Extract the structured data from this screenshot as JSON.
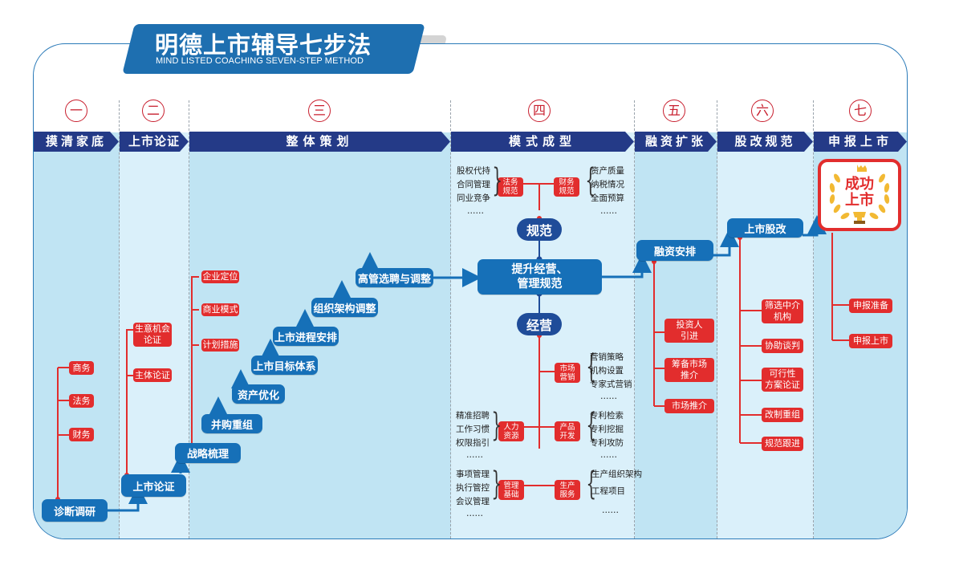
{
  "header": {
    "title": "明德上市辅导七步法",
    "subtitle": "MIND LISTED COACHING SEVEN-STEP METHOD"
  },
  "colors": {
    "banner": "#1e6fb0",
    "stage_bar": "#243a87",
    "blue_node": "#1670b8",
    "red_node": "#e22d2d",
    "pill": "#1f4c99",
    "col_dark": "#c0e4f3",
    "col_light": "#daf0fa"
  },
  "stages": [
    {
      "num": "一",
      "label": "摸清家底"
    },
    {
      "num": "二",
      "label": "上市论证"
    },
    {
      "num": "三",
      "label": "整体策划"
    },
    {
      "num": "四",
      "label": "模式成型"
    },
    {
      "num": "五",
      "label": "融资扩张"
    },
    {
      "num": "六",
      "label": "股改规范"
    },
    {
      "num": "七",
      "label": "申报上市"
    }
  ],
  "stage1": {
    "main": "诊断调研",
    "items": [
      "商务",
      "法务",
      "财务"
    ]
  },
  "stage2": {
    "main": "上市论证",
    "items": [
      "生意机会\n论证",
      "主体论证"
    ]
  },
  "stage3": {
    "steps": [
      "战略梳理",
      "并购重组",
      "资产优化",
      "上市目标体系",
      "上市进程安排",
      "组织架构调整",
      "高管选聘与调整"
    ],
    "items": [
      "企业定位",
      "商业模式",
      "计划措施"
    ]
  },
  "stage4": {
    "center": "提升经营、\n管理规范",
    "pill_top": "规范",
    "pill_bottom": "经营",
    "legal": {
      "label": "法务\n规范",
      "items": [
        "股权代持",
        "合同管理",
        "同业竞争",
        "……"
      ]
    },
    "finance": {
      "label": "财务\n规范",
      "items": [
        "资产质量",
        "纳税情况",
        "全面预算",
        "……"
      ]
    },
    "marketing": {
      "label": "市场\n营销",
      "items": [
        "营销策略",
        "机构设置",
        "专家式营销",
        "……"
      ]
    },
    "hr": {
      "label": "人力\n资源",
      "items": [
        "精准招聘",
        "工作习惯",
        "权限指引",
        "……"
      ]
    },
    "product": {
      "label": "产品\n开发",
      "items": [
        "专利检索",
        "专利挖掘",
        "专利攻防",
        "……"
      ]
    },
    "management": {
      "label": "管理\n基础",
      "items": [
        "事项管理",
        "执行管控",
        "会议管理",
        "……"
      ]
    },
    "production": {
      "label": "生产\n服务",
      "items": [
        "生产组织架构",
        "工程项目",
        "……"
      ]
    }
  },
  "stage5": {
    "main": "融资安排",
    "items": [
      "投资人\n引进",
      "筹备市场\n推介",
      "市场推介"
    ]
  },
  "stage6": {
    "main": "上市股改",
    "items": [
      "筛选中介\n机构",
      "协助谈判",
      "可行性\n方案论证",
      "改制重组",
      "规范跟进"
    ]
  },
  "stage7": {
    "badge": "成功\n上市",
    "items": [
      "申报准备",
      "申报上市"
    ]
  }
}
